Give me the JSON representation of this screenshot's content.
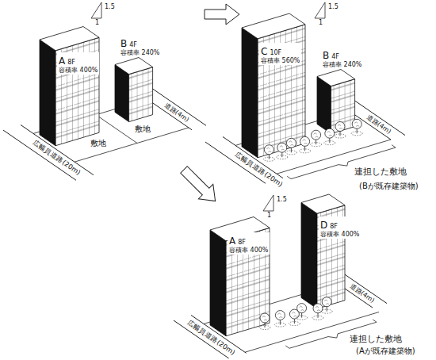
{
  "diagram": {
    "nodes": [
      {
        "text": [
          "A",
          "8F",
          "容積率 400%"
        ]
      },
      {
        "text": [
          "B",
          "4F",
          "容積率 240%"
        ]
      },
      {
        "text": [
          "C",
          "10F",
          "容積率 560%"
        ]
      },
      {
        "text": [
          "B",
          "4F",
          "容積率 240%"
        ]
      },
      {
        "text": [
          "A",
          "8F",
          "容積率 400%"
        ]
      },
      {
        "text": [
          "D",
          "8F",
          "容積率 400%"
        ]
      }
    ],
    "labels": [
      "1.5",
      "1",
      "敷地",
      "敷地",
      "道路(4m)",
      "広幅員道路(20m)",
      "1.5",
      "1",
      "道路(4m)",
      "広幅員道路(20m)",
      "連担した敷地",
      "(Bが既存建築物)",
      "1.5",
      "1",
      "道路(4m)",
      "広幅員道路(20m)",
      "連担した敷地",
      "(Aが既存建築物)"
    ]
  }
}
